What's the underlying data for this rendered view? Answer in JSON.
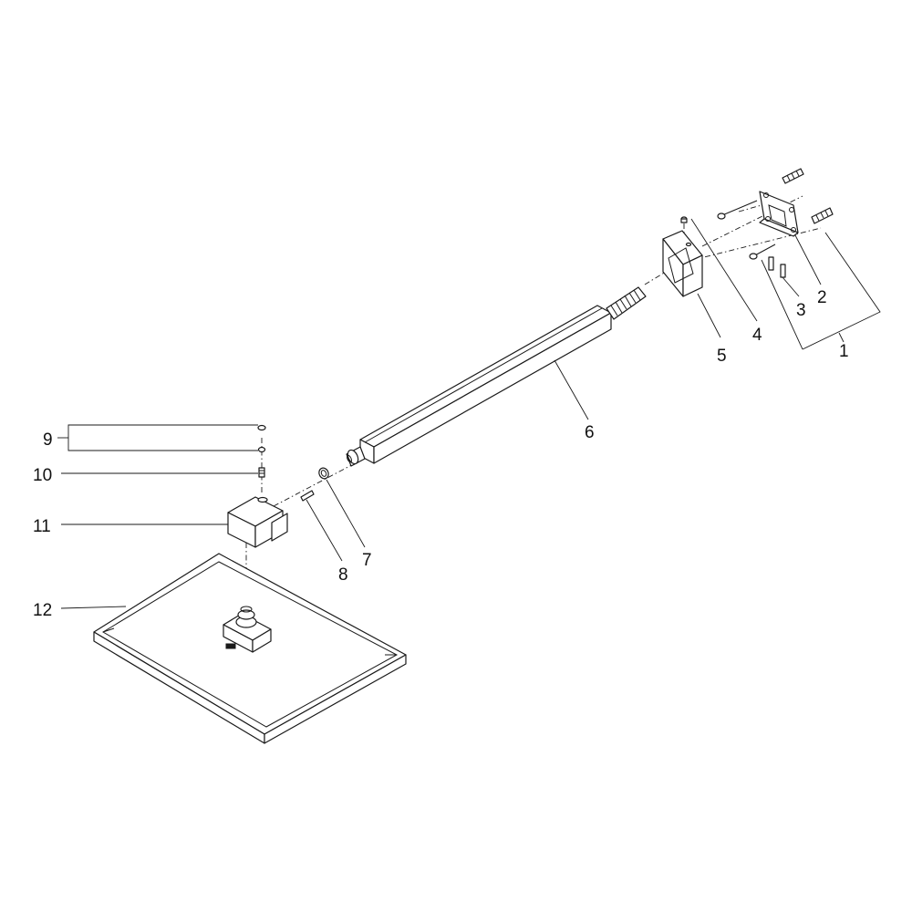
{
  "callouts": [
    {
      "id": "1",
      "label": "1"
    },
    {
      "id": "2",
      "label": "2"
    },
    {
      "id": "3",
      "label": "3"
    },
    {
      "id": "4",
      "label": "4"
    },
    {
      "id": "5",
      "label": "5"
    },
    {
      "id": "6",
      "label": "6"
    },
    {
      "id": "7",
      "label": "7"
    },
    {
      "id": "8",
      "label": "8"
    },
    {
      "id": "9",
      "label": "9"
    },
    {
      "id": "10",
      "label": "10"
    },
    {
      "id": "11",
      "label": "11"
    },
    {
      "id": "12",
      "label": "12"
    }
  ],
  "style": {
    "line_color": "#1a1a1a",
    "background": "#ffffff"
  }
}
